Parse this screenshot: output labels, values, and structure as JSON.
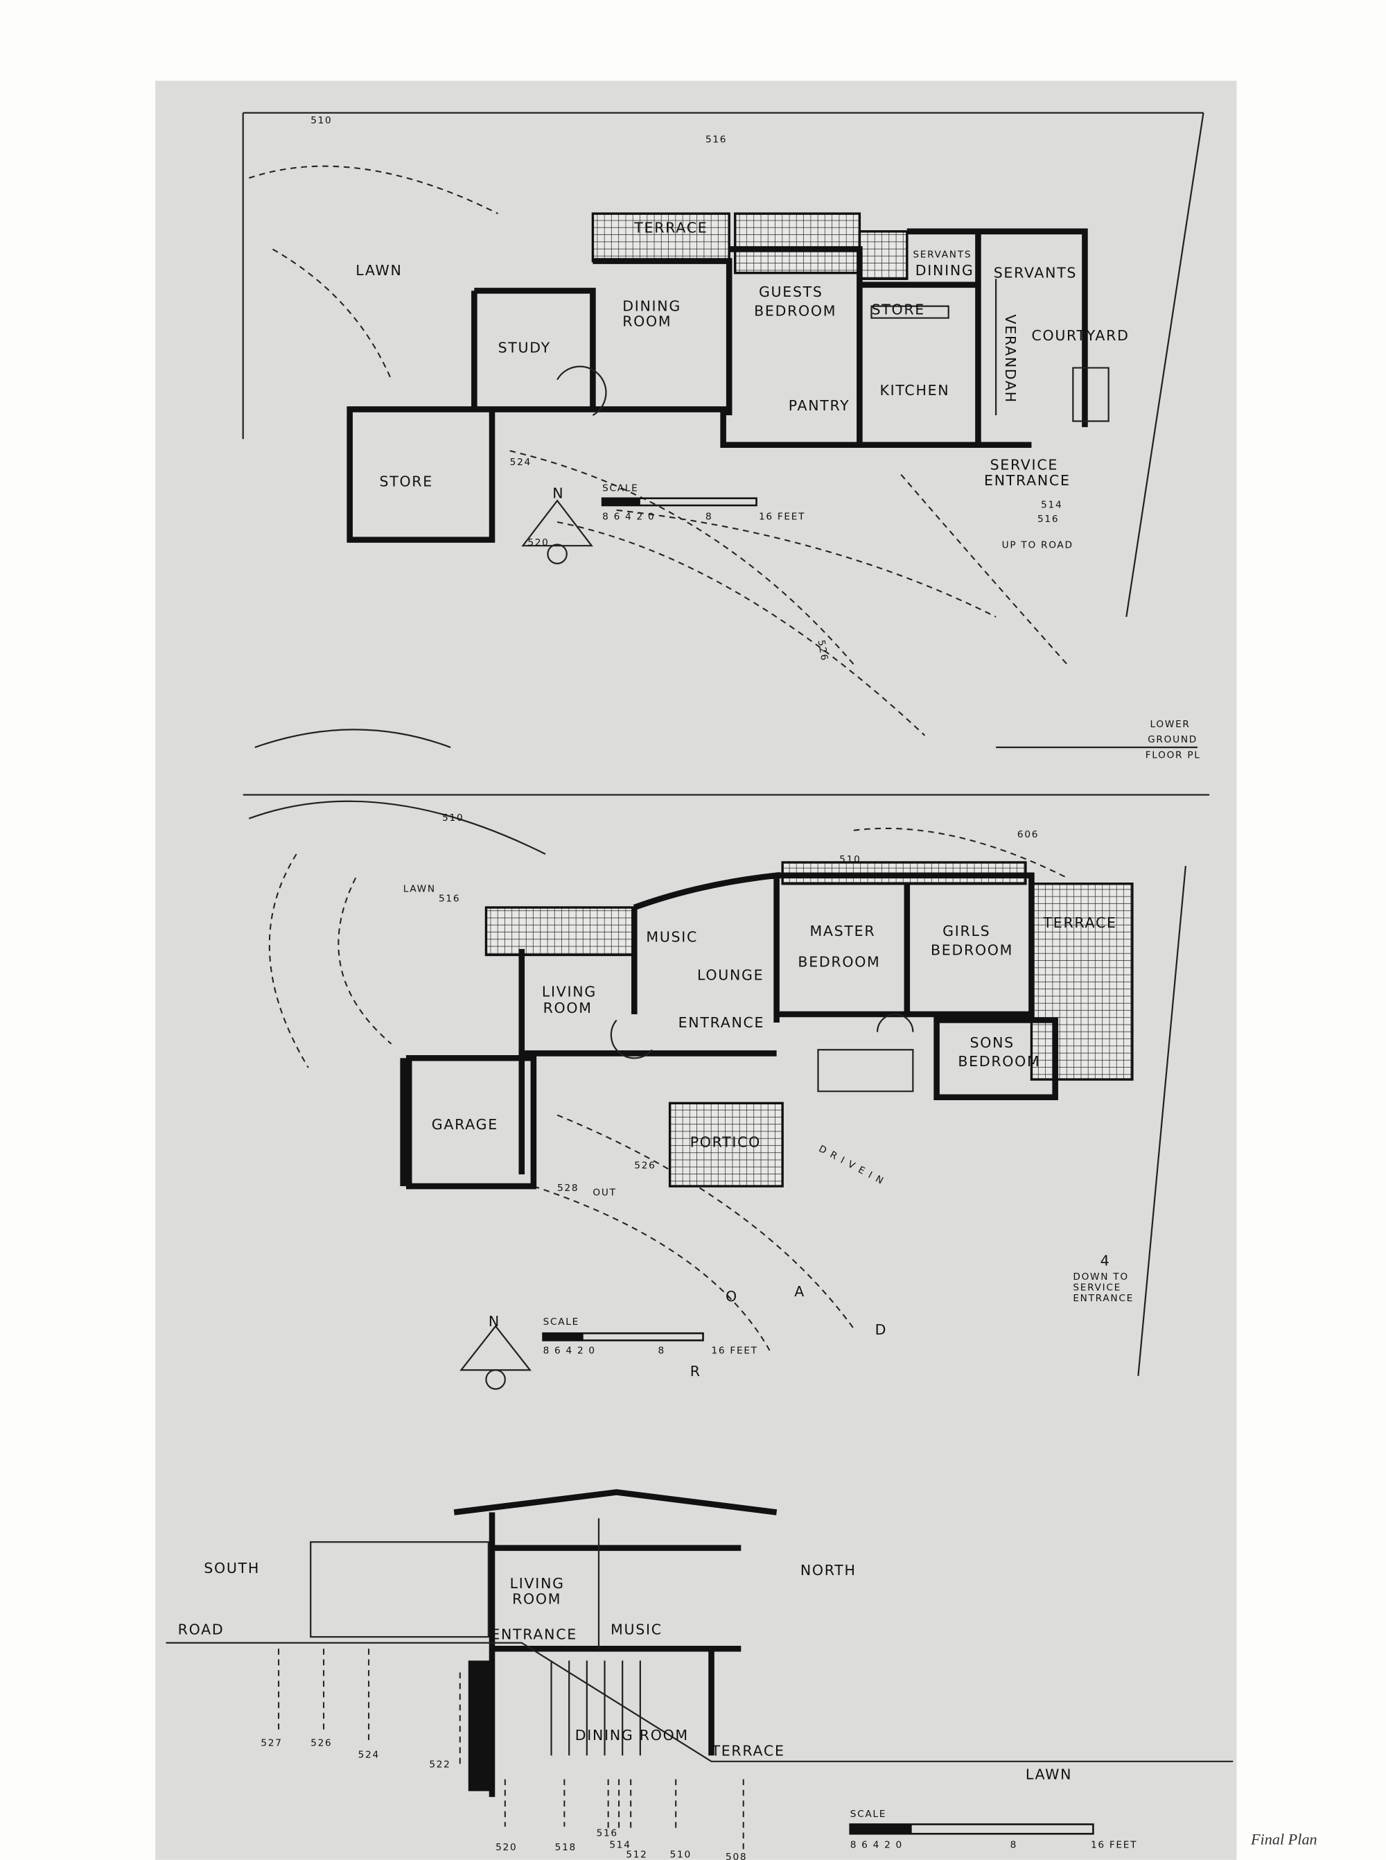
{
  "colors": {
    "panel": "#dcdcda",
    "ink": "#111111",
    "page": "#fdfdfb"
  },
  "lower_plan": {
    "rooms": {
      "terrace": "TERRACE",
      "dining_room_1": "DINING",
      "dining_room_2": "ROOM",
      "guests_1": "GUESTS",
      "guests_2": "BEDROOM",
      "servants_dining_1": "SERVANTS",
      "servants_dining_2": "DINING",
      "servants": "SERVANTS",
      "store": "STORE",
      "verandah": "VERANDAH",
      "courtyard": "COURTYARD",
      "study": "STUDY",
      "kitchen": "KITCHEN",
      "pantry": "PANTRY",
      "store_2": "STORE",
      "service_1": "SERVICE",
      "service_2": "ENTRANCE",
      "up_to_road": "UP TO ROAD",
      "lawn": "LAWN"
    },
    "levels": [
      "510",
      "516",
      "524",
      "520",
      "526",
      "516",
      "514"
    ],
    "title_1": "LOWER",
    "title_2": "GROUND",
    "title_3": "FLOOR PL",
    "north": "N",
    "scale": {
      "label": "SCALE",
      "ticks": "8 6 4 2 0",
      "mid": "8",
      "end": "16 FEET"
    }
  },
  "upper_plan": {
    "rooms": {
      "music": "MUSIC",
      "lounge": "LOUNGE",
      "master_1": "MASTER",
      "master_2": "BEDROOM",
      "girls_1": "GIRLS",
      "girls_2": "BEDROOM",
      "terrace": "TERRACE",
      "living_1": "LIVING",
      "living_2": "ROOM",
      "entrance": "ENTRANCE",
      "sons_1": "SONS",
      "sons_2": "BEDROOM",
      "garage": "GARAGE",
      "portico": "PORTICO",
      "drive_in": "D R I V E   I N",
      "road": [
        "R",
        "O",
        "A",
        "D"
      ],
      "out": "OUT",
      "lawn": "LAWN",
      "down_1": "4",
      "down_2": "DOWN TO",
      "down_3": "SERVICE",
      "down_4": "ENTRANCE"
    },
    "levels": [
      "510",
      "516",
      "510",
      "606",
      "526",
      "528"
    ],
    "north": "N",
    "scale": {
      "label": "SCALE",
      "ticks": "8 6 4 2 0",
      "mid": "8",
      "end": "16 FEET"
    }
  },
  "section": {
    "south": "SOUTH",
    "road": "ROAD",
    "north": "NORTH",
    "living_1": "LIVING",
    "living_2": "ROOM",
    "music": "MUSIC",
    "entrance": "ENTRANCE",
    "dining": "DINING ROOM",
    "terrace": "TERRACE",
    "lawn": "LAWN",
    "levels": [
      "527",
      "526",
      "524",
      "522",
      "520",
      "518",
      "516",
      "514",
      "512",
      "510",
      "508"
    ],
    "scale": {
      "label": "SCALE",
      "ticks": "8 6 4 2 0",
      "mid": "8",
      "end": "16 FEET"
    }
  },
  "caption": "Final Plan"
}
